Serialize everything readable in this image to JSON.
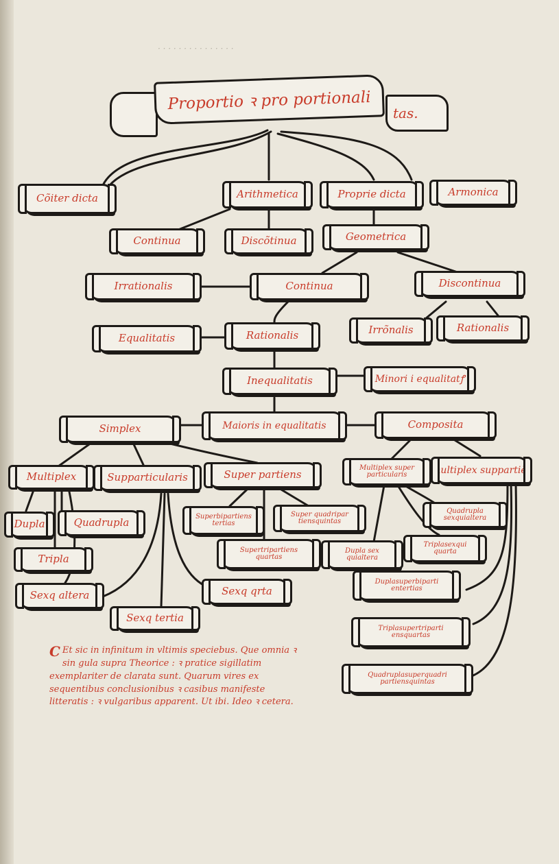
{
  "banner": {
    "title": "Proportio ꝛ pro portionali",
    "title_end": "tas."
  },
  "boxes": {
    "coiter_dicta": "Cõiter dicta",
    "arithmetica": "Arithmetica",
    "proprie_dicta": "Proprie dicta",
    "armonica": "Armonica",
    "continua_1": "Continua",
    "discontinua_1": "Discõtinua",
    "geometrica": "Geometrica",
    "irrationalis": "Irrationalis",
    "continua_2": "Continua",
    "discontinua_2": "Discontinua",
    "irronalis": "Irrõnalis",
    "rationalis_right": "Rationalis",
    "equalitatis": "Equalitatis",
    "rationalis": "Rationalis",
    "inequalitatis": "Inequalitatis",
    "minoris": "Minori i equalitatꝭ",
    "maioris": "Maioris in equalitatis",
    "simplex": "Simplex",
    "composita": "Composita",
    "multiplex": "Multiplex",
    "supparticularis": "Supparticularis",
    "super_partiens": "Super partiens",
    "multiplex_super": "Multiplex super particularis",
    "multiplex_suppartiens": "multiplex suppartiēs",
    "dupla": "Dupla",
    "quadrupla": "Quadrupla",
    "superbipartiens": "Superbipartiens tertias",
    "super_quadripartiens": "Super quadripar tiensquintas",
    "quadrupla_sesq": "Quadrupla sexquialtera",
    "tripla": "Tripla",
    "supertripartiens": "Supertripartiens quartas",
    "dupla_sesq": "Dupla sex quialtera",
    "tripla_sesq": "Triplasexqui quarta",
    "sesqualtera": "Sexq altera",
    "sesquarta": "Sexq qrta",
    "dupla_superbi": "Duplasuperbiparti entertias",
    "sesqtertia": "Sexq tertia",
    "tripla_supertri": "Triplasupertriparti ensquartas",
    "quadrupla_superq": "Quadruplasuperquadri partiensquintas"
  },
  "note": {
    "initial": "C",
    "text": "Et sic in infinitum in vltimis speciebus. Que omnia ꝛ sin gula supra Theorice : ꝛ pratice sigillatim exemplariter de clarata sunt. Quarum vires ex sequentibus conclusionibus ꝛ casibus manifeste litteratis : ꝛ vulgaribus apparent. Ut ibi. Ideo ꝛ cetera."
  },
  "colors": {
    "ink": "#1d1a17",
    "rubric": "#c83b2a",
    "paper": "#ebe7dc"
  }
}
